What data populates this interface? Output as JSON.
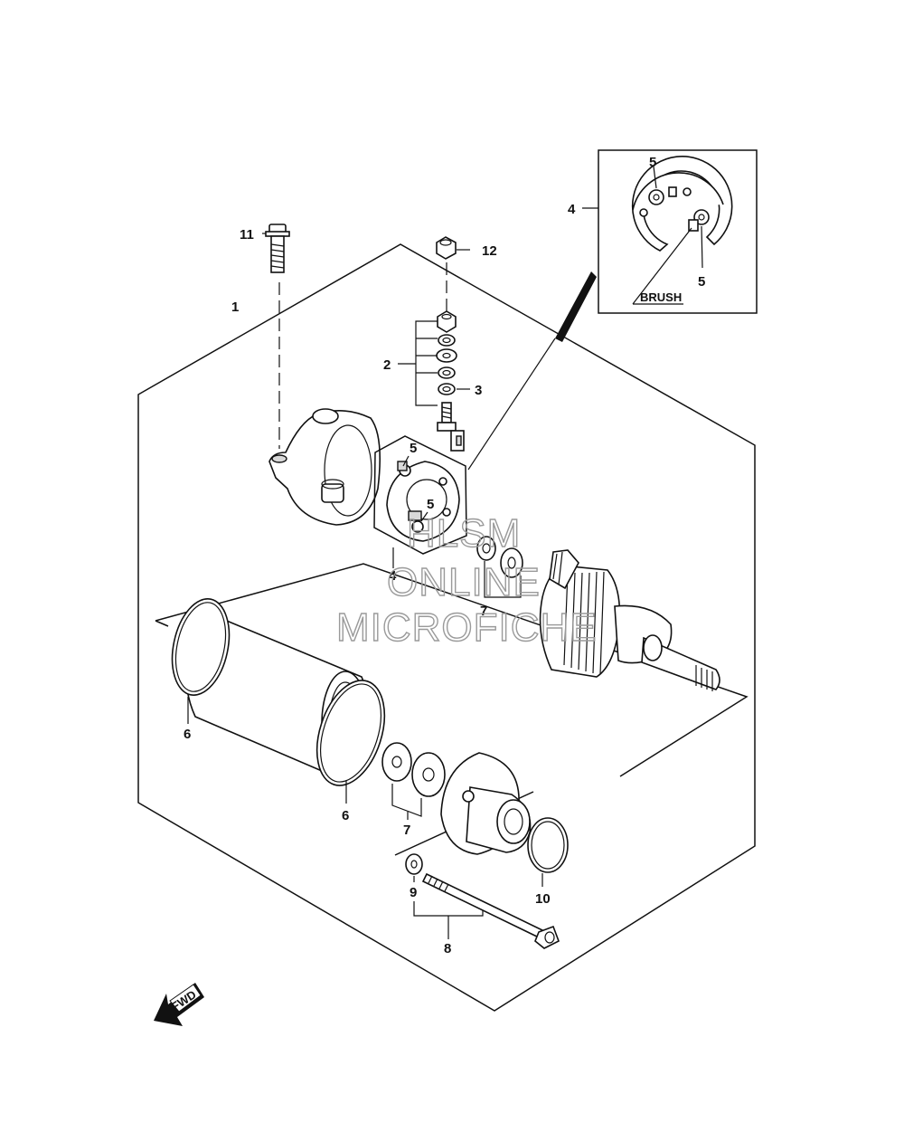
{
  "inset": {
    "callout_top_left": "5",
    "callout_right": "5",
    "brush_label": "BRUSH"
  },
  "callouts": {
    "c1": "1",
    "c2": "2",
    "c3": "3",
    "c4_inset": "4",
    "c4_main": "4",
    "c5_a": "5",
    "c5_b": "5",
    "c6_left": "6",
    "c6_mid": "6",
    "c7_upper": "7",
    "c7_lower": "7",
    "c8": "8",
    "c9": "9",
    "c10": "10",
    "c11": "11",
    "c12": "12"
  },
  "fwd_label": "FWD",
  "watermark": {
    "line1": "HLSM",
    "line2": "ONLINE",
    "line3": "MICROFICHE"
  }
}
